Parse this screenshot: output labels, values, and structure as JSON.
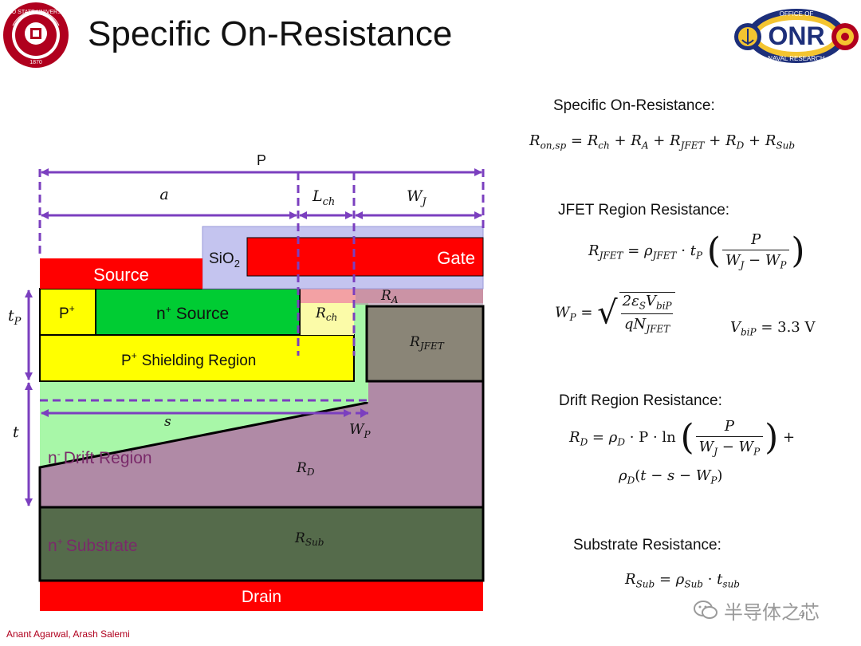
{
  "title": "Specific On-Resistance",
  "footer": "Anant Agarwal, Arash Salemi",
  "page_number": "4",
  "watermark_text": "半导体之芯",
  "logos": {
    "left": "ohio-state-university-seal",
    "left_text": "OHIO STATE UNIVERSITY",
    "left_year": "1870",
    "right": "office-of-naval-research-logo",
    "right_top": "OFFICE OF",
    "right_mid": "ONR",
    "right_bottom": "NAVAL RESEARCH"
  },
  "colors": {
    "source_gate_red": "#ff0000",
    "oxide_lavender": "#c4c4ef",
    "p_plus_yellow": "#ffff00",
    "n_plus_green": "#00cc33",
    "drift_light_green": "#a8f7a8",
    "drift_mauve": "#b08aa6",
    "jfet_gray": "#8a8577",
    "substrate_darkgreen": "#556b4b",
    "dimension_purple": "#7b3fbf",
    "rch_pale_yellow": "#fbfba8",
    "ra_pink": "#f3a1a4",
    "drift_text": "#7a2a6a"
  },
  "diagram": {
    "dims": {
      "P": "P",
      "a": "a",
      "Lch": "L",
      "Lch_sub": "ch",
      "WJ": "W",
      "WJ_sub": "J",
      "tP": "t",
      "tP_sub": "P",
      "t": "t",
      "s": "s",
      "WP": "W",
      "WP_sub": "P"
    },
    "labels": {
      "source": "Source",
      "sio2": "SiO",
      "sio2_sub": "2",
      "gate": "Gate",
      "p_plus": "P",
      "p_plus_sup": "+",
      "n_plus_source": "Source",
      "n_plus_source_prefix": "n",
      "n_plus_sup": "+",
      "shielding": "Shielding Region",
      "shielding_prefix": "P",
      "shielding_sup": "+",
      "drift": "Drift Region",
      "drift_prefix": "n",
      "drift_sup": "-",
      "substrate": "Substrate",
      "substrate_prefix": "n",
      "substrate_sup": "+",
      "drain": "Drain",
      "Rch": "R",
      "Rch_sub": "ch",
      "RA": "R",
      "RA_sub": "A",
      "RJFET": "R",
      "RJFET_sub": "JFET",
      "RD": "R",
      "RD_sub": "D",
      "RSub": "R",
      "RSub_sub": "Sub"
    }
  },
  "equations": {
    "section1": "Specific On-Resistance:",
    "section2": "JFET Region Resistance:",
    "section3": "Drift Region Resistance:",
    "section4": "Substrate Resistance:",
    "vbip_value": "= 3.3 V"
  }
}
